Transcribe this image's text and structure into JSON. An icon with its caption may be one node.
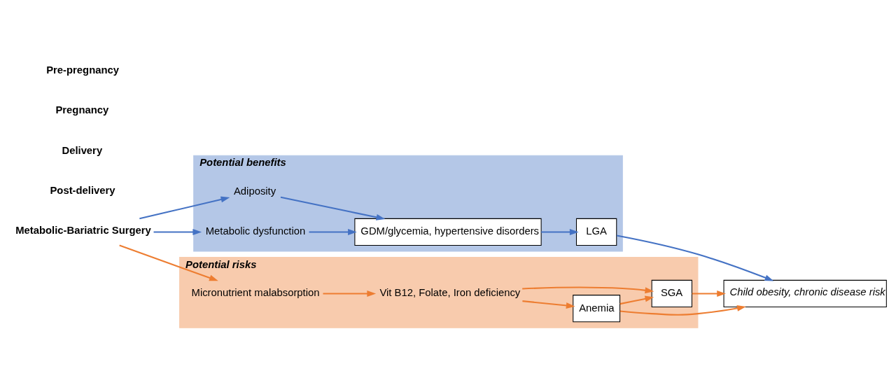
{
  "diagram": {
    "nodes": [
      {
        "text": [
          "Metabolic-Bariatric Surgery"
        ]
      },
      {
        "text": [
          "Potential benefits"
        ]
      },
      {
        "text": [
          "Adiposity"
        ],
        "in": 1
      },
      {
        "text": [
          "Metabolic dysfunction"
        ],
        "in": 1
      },
      {
        "text": [
          "GDM/glycemia, hypertensive disorders"
        ],
        "in": 1
      },
      {
        "text": [
          "LGA"
        ],
        "in": 1
      },
      {
        "text": [
          "Child obesity, chronic disease risk"
        ]
      },
      {
        "text": [
          "Potential risks"
        ]
      },
      {
        "text": [
          "Micronutrient malabsorption"
        ],
        "in": 7
      },
      {
        "text": [
          "Vit B12, Folate, Iron deficiency"
        ],
        "in": 7
      },
      {
        "text": [
          "Anemia"
        ],
        "in": 7
      },
      {
        "text": [
          "SGA"
        ],
        "in": 7
      }
    ],
    "edges": [
      {
        "from": 0,
        "to": 2,
        "arrow": "to",
        "color": "#4472c4"
      },
      {
        "from": 0,
        "to": 3,
        "arrow": "to",
        "color": "#4472c4"
      },
      {
        "from": 2,
        "to": 4,
        "arrow": "to",
        "color": "#4472c4"
      },
      {
        "from": 3,
        "to": 4,
        "arrow": "to",
        "color": "#4472c4"
      },
      {
        "from": 4,
        "to": 5,
        "arrow": "to",
        "color": "#4472c4"
      },
      {
        "from": 5,
        "to": 6,
        "arrow": "to",
        "color": "#4472c4"
      },
      {
        "from": 0,
        "to": 8,
        "arrow": "to"
      },
      {
        "from": 8,
        "to": 9,
        "arrow": "to"
      },
      {
        "from": 9,
        "to": 10,
        "arrow": "to"
      },
      {
        "from": 9,
        "to": 11,
        "arrow": "to"
      },
      {
        "from": 10,
        "to": 11,
        "arrow": "to"
      },
      {
        "from": 10,
        "to": 6,
        "arrow": "to"
      },
      {
        "from": 11,
        "to": 6,
        "arrow": "to"
      }
    ],
    "labels": [
      "Pre-pregnancy",
      "Pregnancy",
      "Delivery",
      "Post-delivery"
    ]
  }
}
